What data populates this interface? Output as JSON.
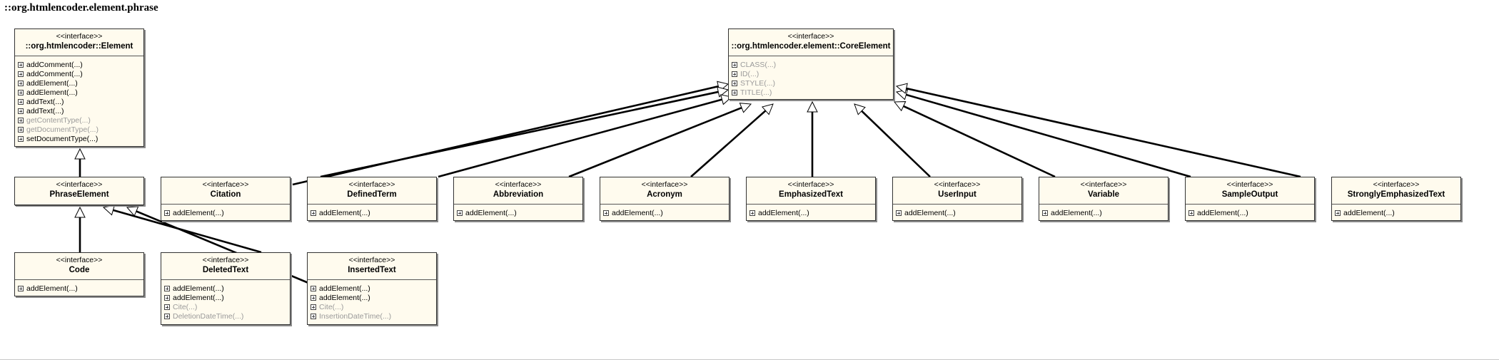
{
  "package_title": "::org.htmlencoder.element.phrase",
  "classes": [
    {
      "id": "element",
      "stereotype": "<<interface>>",
      "name": "::org.htmlencoder::Element",
      "ops": [
        {
          "t": "addComment(...)",
          "g": false
        },
        {
          "t": "addComment(...)",
          "g": false
        },
        {
          "t": "addElement(...)",
          "g": false
        },
        {
          "t": "addElement(...)",
          "g": false
        },
        {
          "t": "addText(...)",
          "g": false
        },
        {
          "t": "addText(...)",
          "g": false
        },
        {
          "t": "getContentType(...)",
          "g": true
        },
        {
          "t": "getDocumentType(...)",
          "g": true
        },
        {
          "t": "setDocumentType(...)",
          "g": false
        }
      ]
    },
    {
      "id": "core",
      "stereotype": "<<interface>>",
      "name": "::org.htmlencoder.element::CoreElement",
      "ops": [
        {
          "t": "CLASS(...)",
          "g": true
        },
        {
          "t": "ID(...)",
          "g": true
        },
        {
          "t": "STYLE(...)",
          "g": true
        },
        {
          "t": "TITLE(...)",
          "g": true
        }
      ]
    },
    {
      "id": "phrase",
      "stereotype": "<<interface>>",
      "name": "PhraseElement",
      "ops": []
    },
    {
      "id": "citation",
      "stereotype": "<<interface>>",
      "name": "Citation",
      "ops": [
        {
          "t": "addElement(...)",
          "g": false
        }
      ]
    },
    {
      "id": "definedterm",
      "stereotype": "<<interface>>",
      "name": "DefinedTerm",
      "ops": [
        {
          "t": "addElement(...)",
          "g": false
        }
      ]
    },
    {
      "id": "abbreviation",
      "stereotype": "<<interface>>",
      "name": "Abbreviation",
      "ops": [
        {
          "t": "addElement(...)",
          "g": false
        }
      ]
    },
    {
      "id": "acronym",
      "stereotype": "<<interface>>",
      "name": "Acronym",
      "ops": [
        {
          "t": "addElement(...)",
          "g": false
        }
      ]
    },
    {
      "id": "emphasized",
      "stereotype": "<<interface>>",
      "name": "EmphasizedText",
      "ops": [
        {
          "t": "addElement(...)",
          "g": false
        }
      ]
    },
    {
      "id": "userinput",
      "stereotype": "<<interface>>",
      "name": "UserInput",
      "ops": [
        {
          "t": "addElement(...)",
          "g": false
        }
      ]
    },
    {
      "id": "variable",
      "stereotype": "<<interface>>",
      "name": "Variable",
      "ops": [
        {
          "t": "addElement(...)",
          "g": false
        }
      ]
    },
    {
      "id": "sampleoutput",
      "stereotype": "<<interface>>",
      "name": "SampleOutput",
      "ops": [
        {
          "t": "addElement(...)",
          "g": false
        }
      ]
    },
    {
      "id": "strongly",
      "stereotype": "<<interface>>",
      "name": "StronglyEmphasizedText",
      "ops": [
        {
          "t": "addElement(...)",
          "g": false
        }
      ]
    },
    {
      "id": "code",
      "stereotype": "<<interface>>",
      "name": "Code",
      "ops": [
        {
          "t": "addElement(...)",
          "g": false
        }
      ]
    },
    {
      "id": "deleted",
      "stereotype": "<<interface>>",
      "name": "DeletedText",
      "ops": [
        {
          "t": "addElement(...)",
          "g": false
        },
        {
          "t": "addElement(...)",
          "g": false
        },
        {
          "t": "Cite(...)",
          "g": true
        },
        {
          "t": "DeletionDateTime(...)",
          "g": true
        }
      ]
    },
    {
      "id": "inserted",
      "stereotype": "<<interface>>",
      "name": "InsertedText",
      "ops": [
        {
          "t": "addElement(...)",
          "g": false
        },
        {
          "t": "addElement(...)",
          "g": false
        },
        {
          "t": "Cite(...)",
          "g": true
        },
        {
          "t": "InsertionDateTime(...)",
          "g": true
        }
      ]
    }
  ],
  "generalizations": [
    {
      "from": "phrase",
      "to": "element"
    },
    {
      "from": "code",
      "to": "phrase"
    },
    {
      "from": "deleted",
      "to": "phrase"
    },
    {
      "from": "inserted",
      "to": "phrase"
    },
    {
      "from": "citation",
      "to": "core"
    },
    {
      "from": "definedterm",
      "to": "core"
    },
    {
      "from": "abbreviation",
      "to": "core"
    },
    {
      "from": "acronym",
      "to": "core"
    },
    {
      "from": "emphasized",
      "to": "core"
    },
    {
      "from": "userinput",
      "to": "core"
    },
    {
      "from": "variable",
      "to": "core"
    },
    {
      "from": "sampleoutput",
      "to": "core"
    },
    {
      "from": "strongly",
      "to": "core"
    }
  ]
}
